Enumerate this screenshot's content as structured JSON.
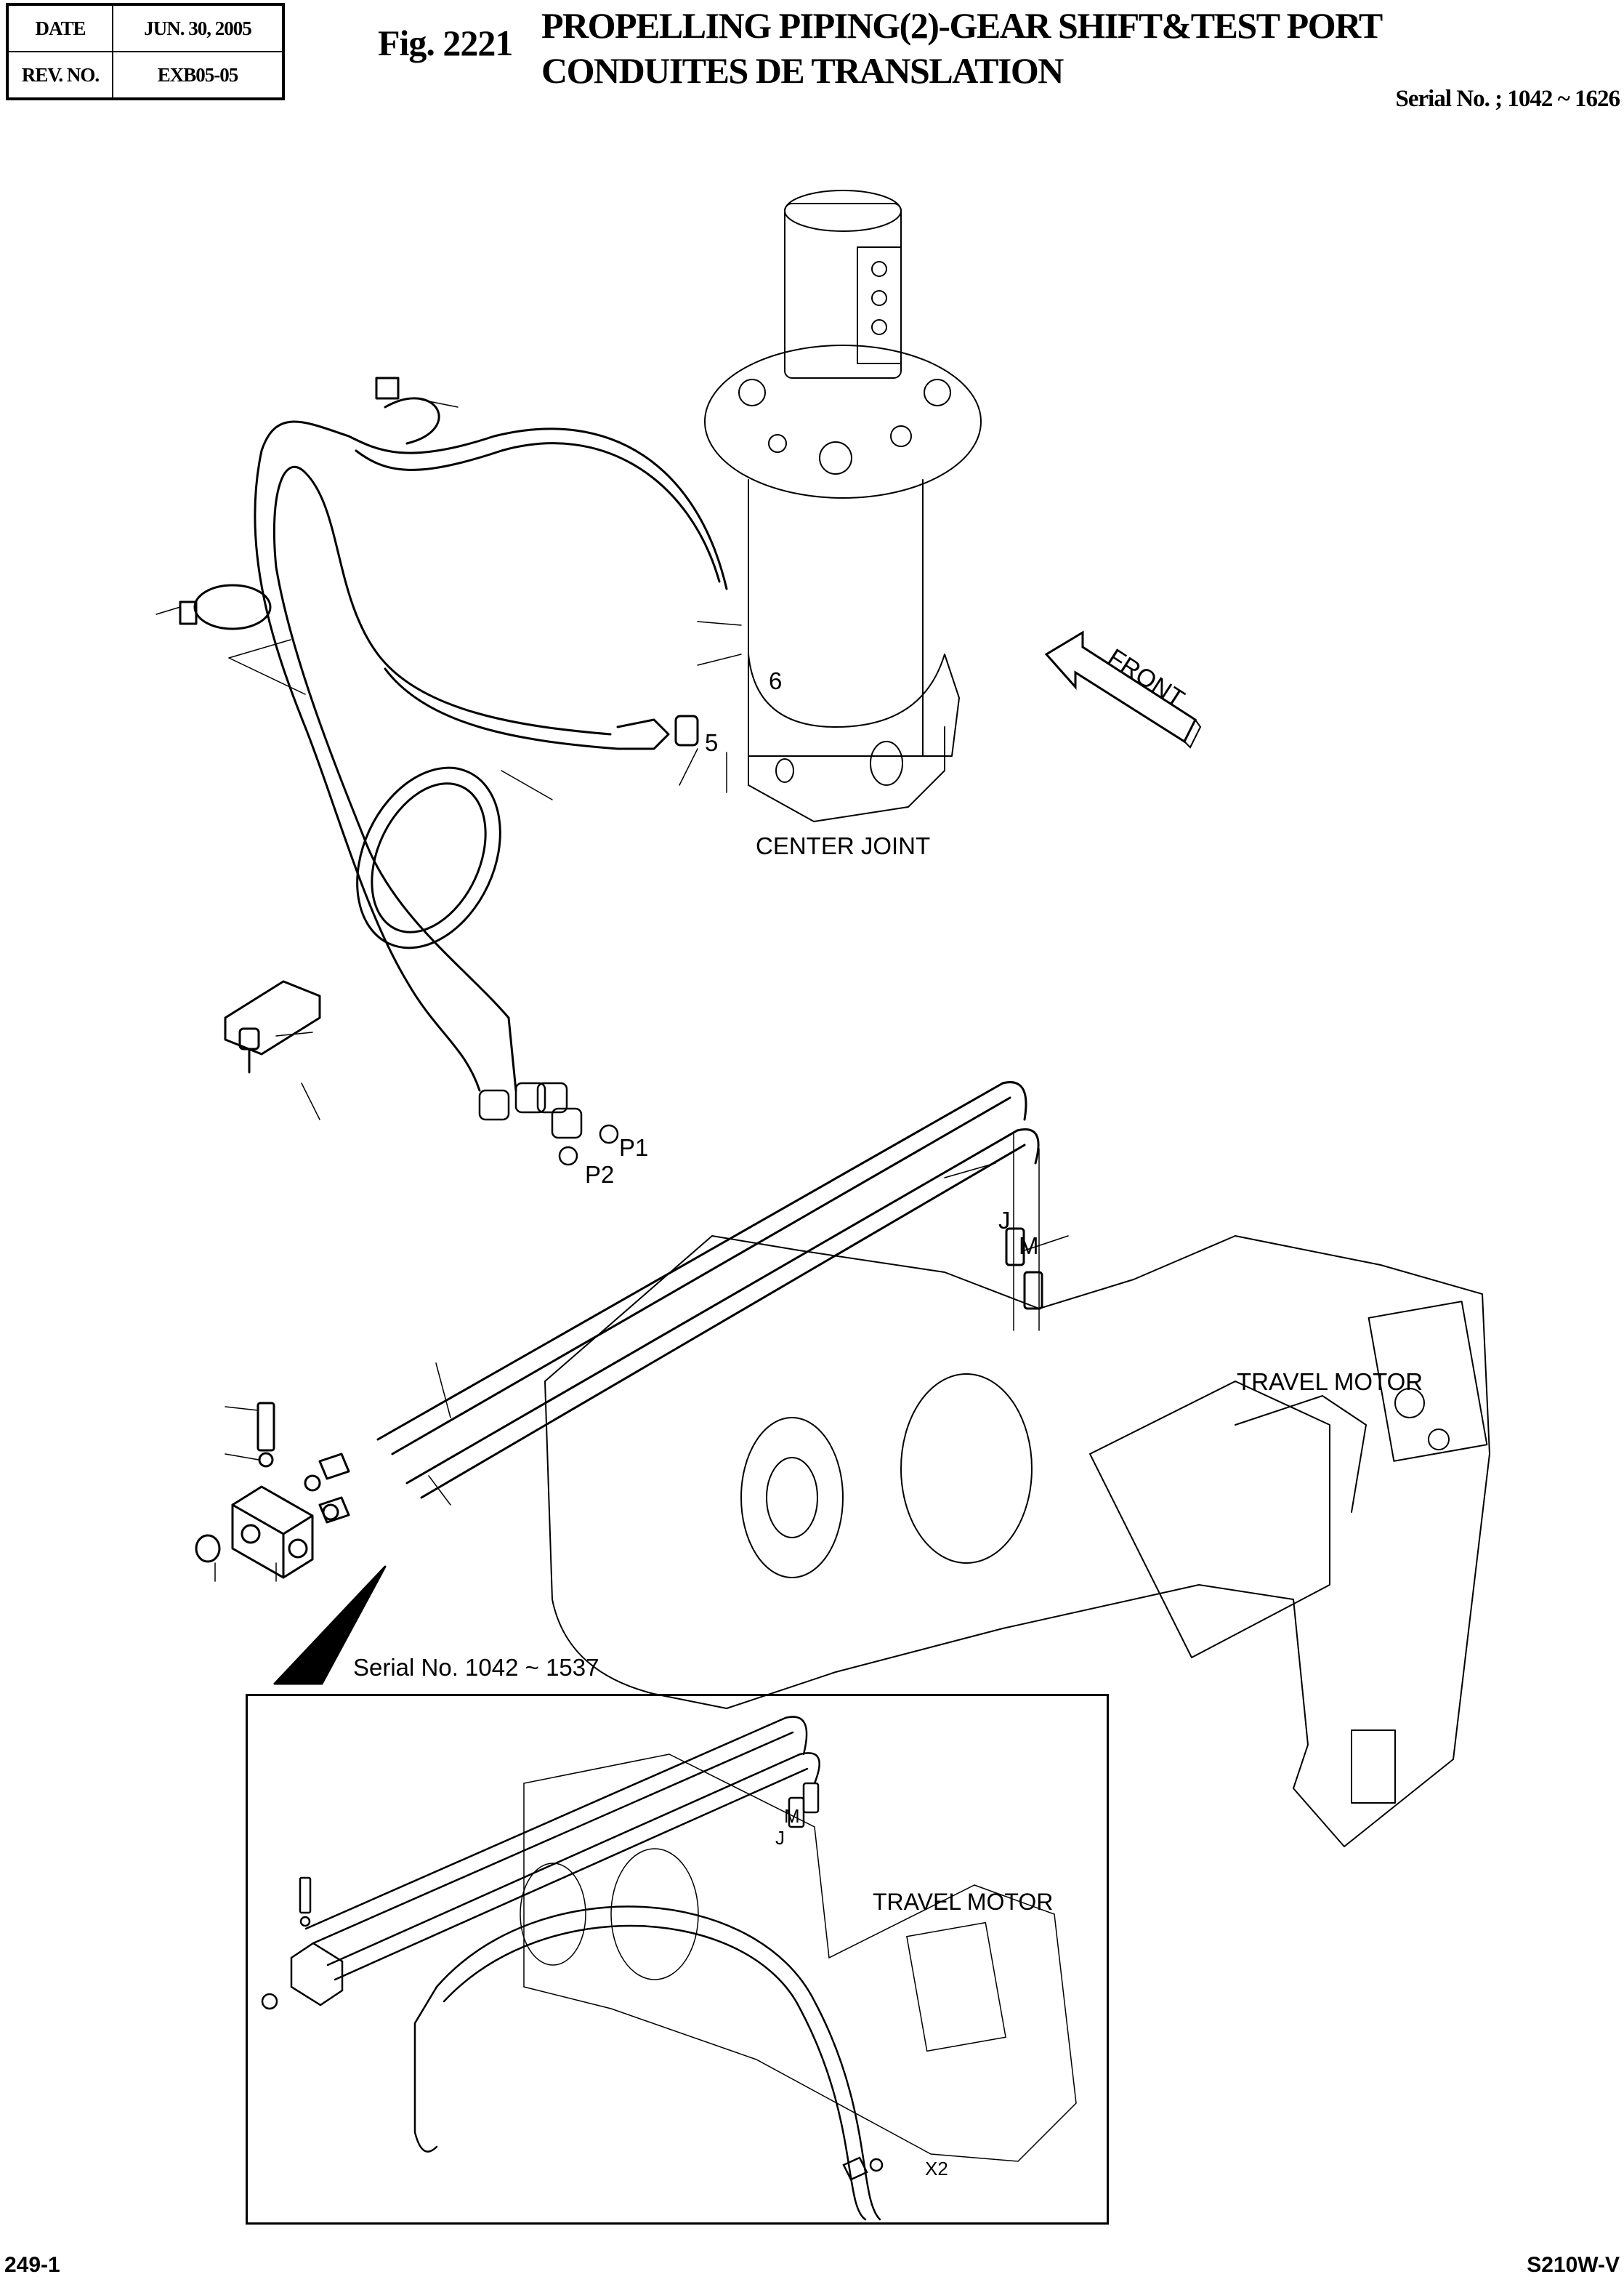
{
  "header": {
    "date_label": "DATE",
    "date_value": "JUN. 30, 2005",
    "rev_label": "REV. NO.",
    "rev_value": "EXB05-05",
    "figure_number": "Fig. 2221",
    "title_line1": "PROPELLING PIPING(2)-GEAR SHIFT&TEST PORT",
    "title_line2": "CONDUITES DE TRANSLATION",
    "serial_range": "Serial No. ; 1042 ~ 1626"
  },
  "diagram": {
    "orientation_label": "FRONT",
    "component_labels": {
      "center_joint": "CENTER JOINT",
      "travel_motor": "TRAVEL MOTOR",
      "travel_motor_inset": "TRAVEL MOTOR"
    },
    "port_labels": [
      "P1",
      "P2",
      "J",
      "M"
    ],
    "callout_numbers": [
      "5",
      "6"
    ],
    "inset": {
      "caption": "Serial No. 1042 ~ 1537",
      "port_labels": [
        "M",
        "J",
        "X2"
      ]
    }
  },
  "footer": {
    "page_number": "249-1",
    "model": "S210W-V"
  }
}
